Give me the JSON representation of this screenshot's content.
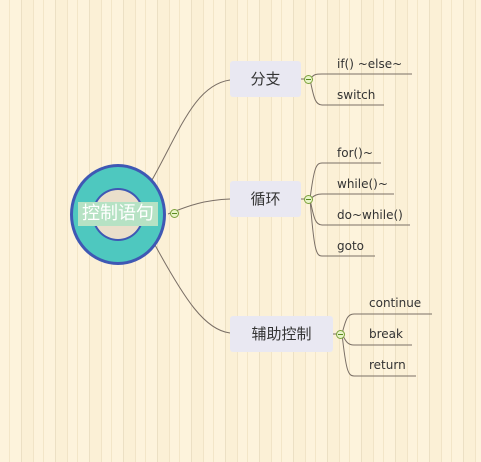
{
  "root": {
    "label": "控制语句"
  },
  "branches": [
    {
      "label": "分支",
      "children": [
        "if() ~else~",
        "switch"
      ]
    },
    {
      "label": "循环",
      "children": [
        "for()~",
        "while()~",
        "do~while()",
        "goto"
      ]
    },
    {
      "label": "辅助控制",
      "children": [
        "continue",
        "break",
        "return"
      ]
    }
  ],
  "colors": {
    "background": "#fdf3dc",
    "ring": "#4ec8bf",
    "ring_border": "#3f58b4",
    "root_label_bg": "#b6e2c4",
    "branch_bg": "#e9e8f2",
    "line": "#7a6f66"
  }
}
